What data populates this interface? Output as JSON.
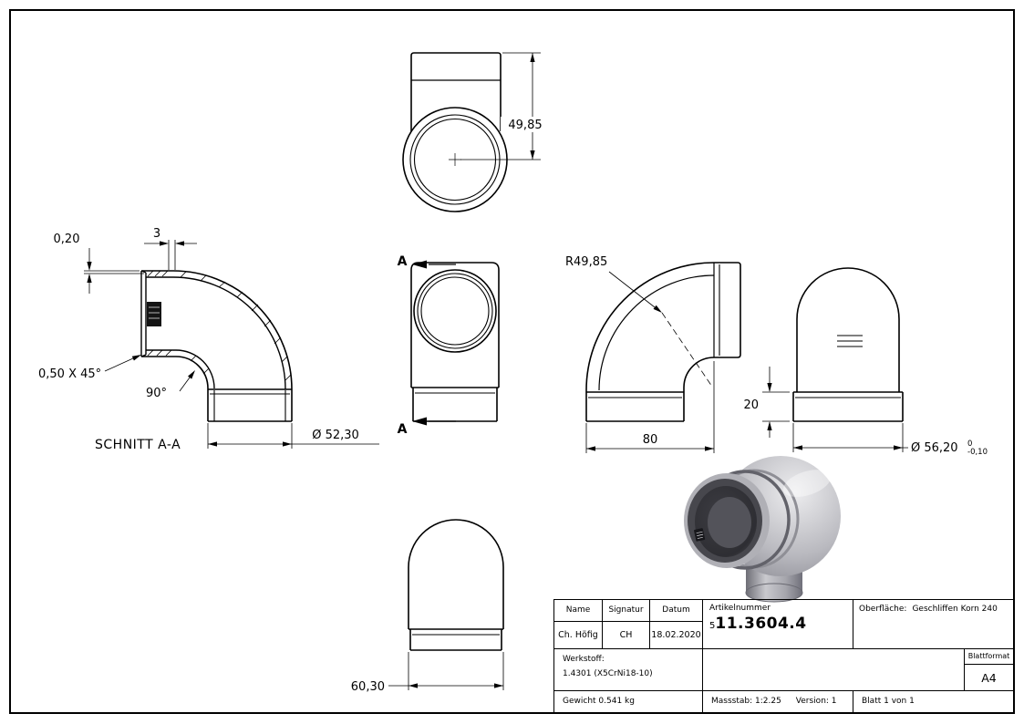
{
  "sheet": {
    "background": "#ffffff",
    "border_color": "#000000"
  },
  "views": {
    "top": {
      "dim_height": "49,85"
    },
    "front": {
      "section_letter_top": "A",
      "section_letter_bottom": "A"
    },
    "section": {
      "title": "SCHNITT A-A",
      "dim_step": "0,20",
      "dim_wall": "3",
      "chamfer_note": "0,50 X 45°",
      "dim_angle": "90°",
      "dim_diameter": "Ø 52,30"
    },
    "side": {
      "dim_radius": "R49,85",
      "dim_width": "80"
    },
    "end": {
      "dim_collar_height": "20",
      "dim_diameter": "Ø 56,20",
      "tol_upper": "0",
      "tol_lower": "-0,10"
    },
    "bottom": {
      "dim_width": "60,30"
    }
  },
  "title_block": {
    "headers": {
      "name": "Name",
      "signatur": "Signatur",
      "datum": "Datum",
      "artikelnummer": "Artikelnummer"
    },
    "values": {
      "name": "Ch. Höfig",
      "signatur": "CH",
      "datum": "18.02.2020",
      "artikel_prefix": "5",
      "artikelnummer": "11.3604.4"
    },
    "oberflaeche_label": "Oberfläche:",
    "oberflaeche_value": "Geschliffen Korn 240",
    "werkstoff_label": "Werkstoff:",
    "werkstoff_value": "1.4301 (X5CrNi18-10)",
    "blattformat_label": "Blattformat",
    "blattformat_value": "A4",
    "gewicht": "Gewicht 0.541 kg",
    "massstab": "Massstab: 1:2.25",
    "version": "Version: 1",
    "blatt": "Blatt 1 von 1"
  }
}
